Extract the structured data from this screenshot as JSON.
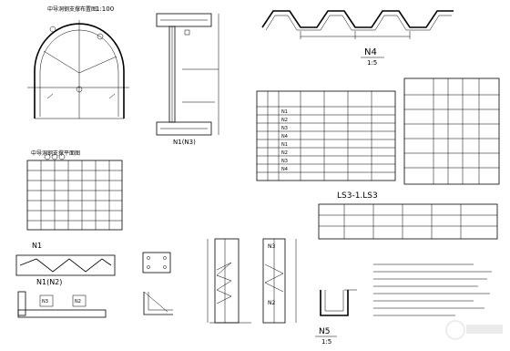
{
  "drawing": {
    "scales": {
      "arch_view": "1:100",
      "n4_scale": "1:5",
      "n5_scale": "1:5"
    },
    "part_labels": {
      "n1": "N1",
      "n1_n2": "N1(N2)",
      "n1_n3": "N1(N3)",
      "n2": "N2",
      "n3": "N3",
      "n4": "N4",
      "n5": "N5"
    },
    "table_main": {
      "headers": [
        "",
        "",
        "",
        "",
        "",
        ""
      ],
      "rows": [
        [
          "",
          "N1",
          "",
          "",
          "",
          ""
        ],
        [
          "",
          "N2",
          "",
          "",
          "",
          ""
        ],
        [
          "",
          "N3",
          "",
          "",
          "",
          ""
        ],
        [
          "",
          "N4",
          "",
          "",
          "",
          ""
        ],
        [
          "",
          "N1",
          "",
          "",
          "",
          ""
        ],
        [
          "",
          "N2",
          "",
          "",
          "",
          ""
        ],
        [
          "",
          "N3",
          "",
          "",
          "",
          ""
        ],
        [
          "",
          "N4",
          "",
          "",
          "",
          ""
        ]
      ]
    },
    "ls_table_title": "LS3-1.LS3",
    "misc_dims": [
      "1:5",
      "1:5",
      "1:100"
    ]
  },
  "colors": {
    "line": "#000000",
    "background": "#ffffff",
    "watermark": "#c8c8c8"
  }
}
